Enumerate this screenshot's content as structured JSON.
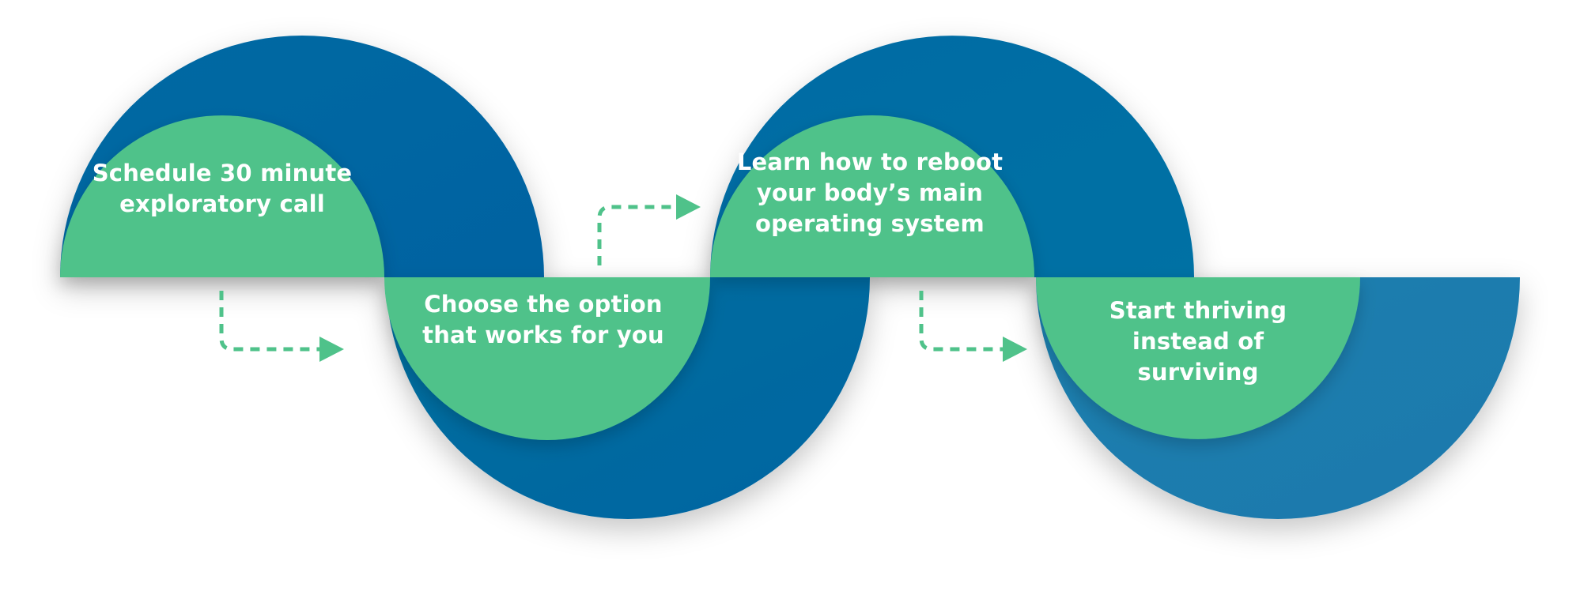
{
  "colors": {
    "blue_dark": "#0468A6",
    "blue_mid": "#056E9F",
    "blue_light": "#1E87AF",
    "green": "#4FC28A",
    "background": "#FFFFFF"
  },
  "steps": [
    {
      "id": 1,
      "label": "Schedule 30 minute exploratory call"
    },
    {
      "id": 2,
      "label": "Choose the option that works for you"
    },
    {
      "id": 3,
      "label": "Learn how to reboot your body’s main operating system"
    },
    {
      "id": 4,
      "label": "Start thriving instead of surviving"
    }
  ],
  "connectors": [
    {
      "from": 1,
      "to": 2,
      "icon": "dashed-arrow-icon"
    },
    {
      "from": 2,
      "to": 3,
      "icon": "dashed-arrow-icon"
    },
    {
      "from": 3,
      "to": 4,
      "icon": "dashed-arrow-icon"
    }
  ]
}
